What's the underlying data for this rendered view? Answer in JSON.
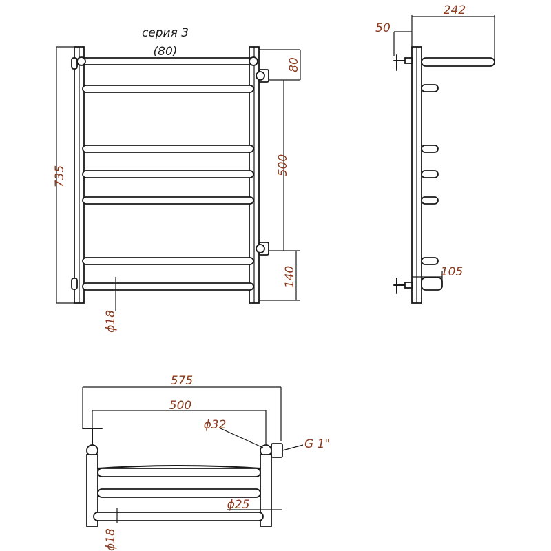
{
  "drawing": {
    "title_series": "серия 3",
    "title_size": "(80)",
    "front": {
      "dim_height": "735",
      "dim_top": "80",
      "dim_axis": "500",
      "dim_bottom": "140",
      "dim_bar": "ϕ18"
    },
    "side": {
      "dim_depth": "242",
      "dim_wall": "50",
      "dim_fitting": "105"
    },
    "top": {
      "dim_width": "575",
      "dim_axis": "500",
      "dim_post": "ϕ32",
      "dim_thread": "G 1\"",
      "dim_crossbar": "ϕ25",
      "dim_bar": "ϕ18"
    }
  }
}
